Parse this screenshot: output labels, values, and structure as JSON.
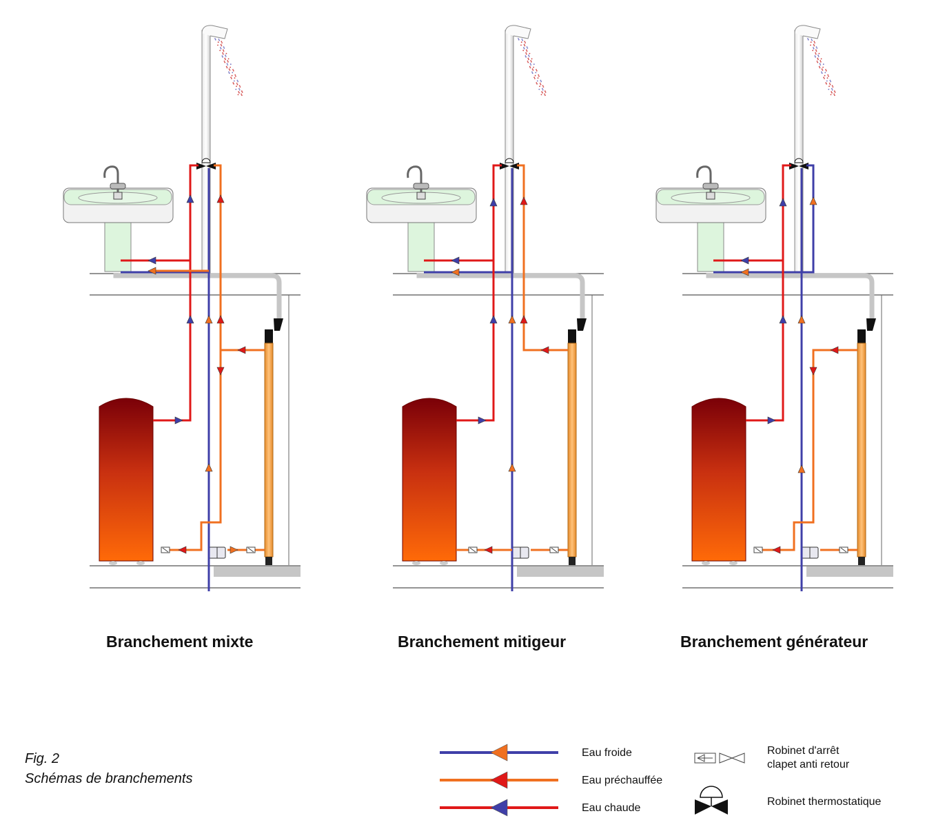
{
  "captions": [
    "Branchement mixte",
    "Branchement mitigeur",
    "Branchement générateur"
  ],
  "figure": {
    "number": "Fig. 2",
    "subtitle": "Schémas de branchements"
  },
  "legend": {
    "cold": "Eau froide",
    "preheated": "Eau préchauffée",
    "hot": "Eau chaude",
    "stop_valve_1": "Robinet d'arrêt",
    "stop_valve_2": "clapet anti retour",
    "thermostatic": "Robinet thermostatique"
  },
  "colors": {
    "cold": "#3f3fa8",
    "preheated": "#f07020",
    "hot": "#e01818",
    "basin": "#ddf5dd",
    "solar_tube": "#f5a94e",
    "drain": "#c6c6c6"
  }
}
